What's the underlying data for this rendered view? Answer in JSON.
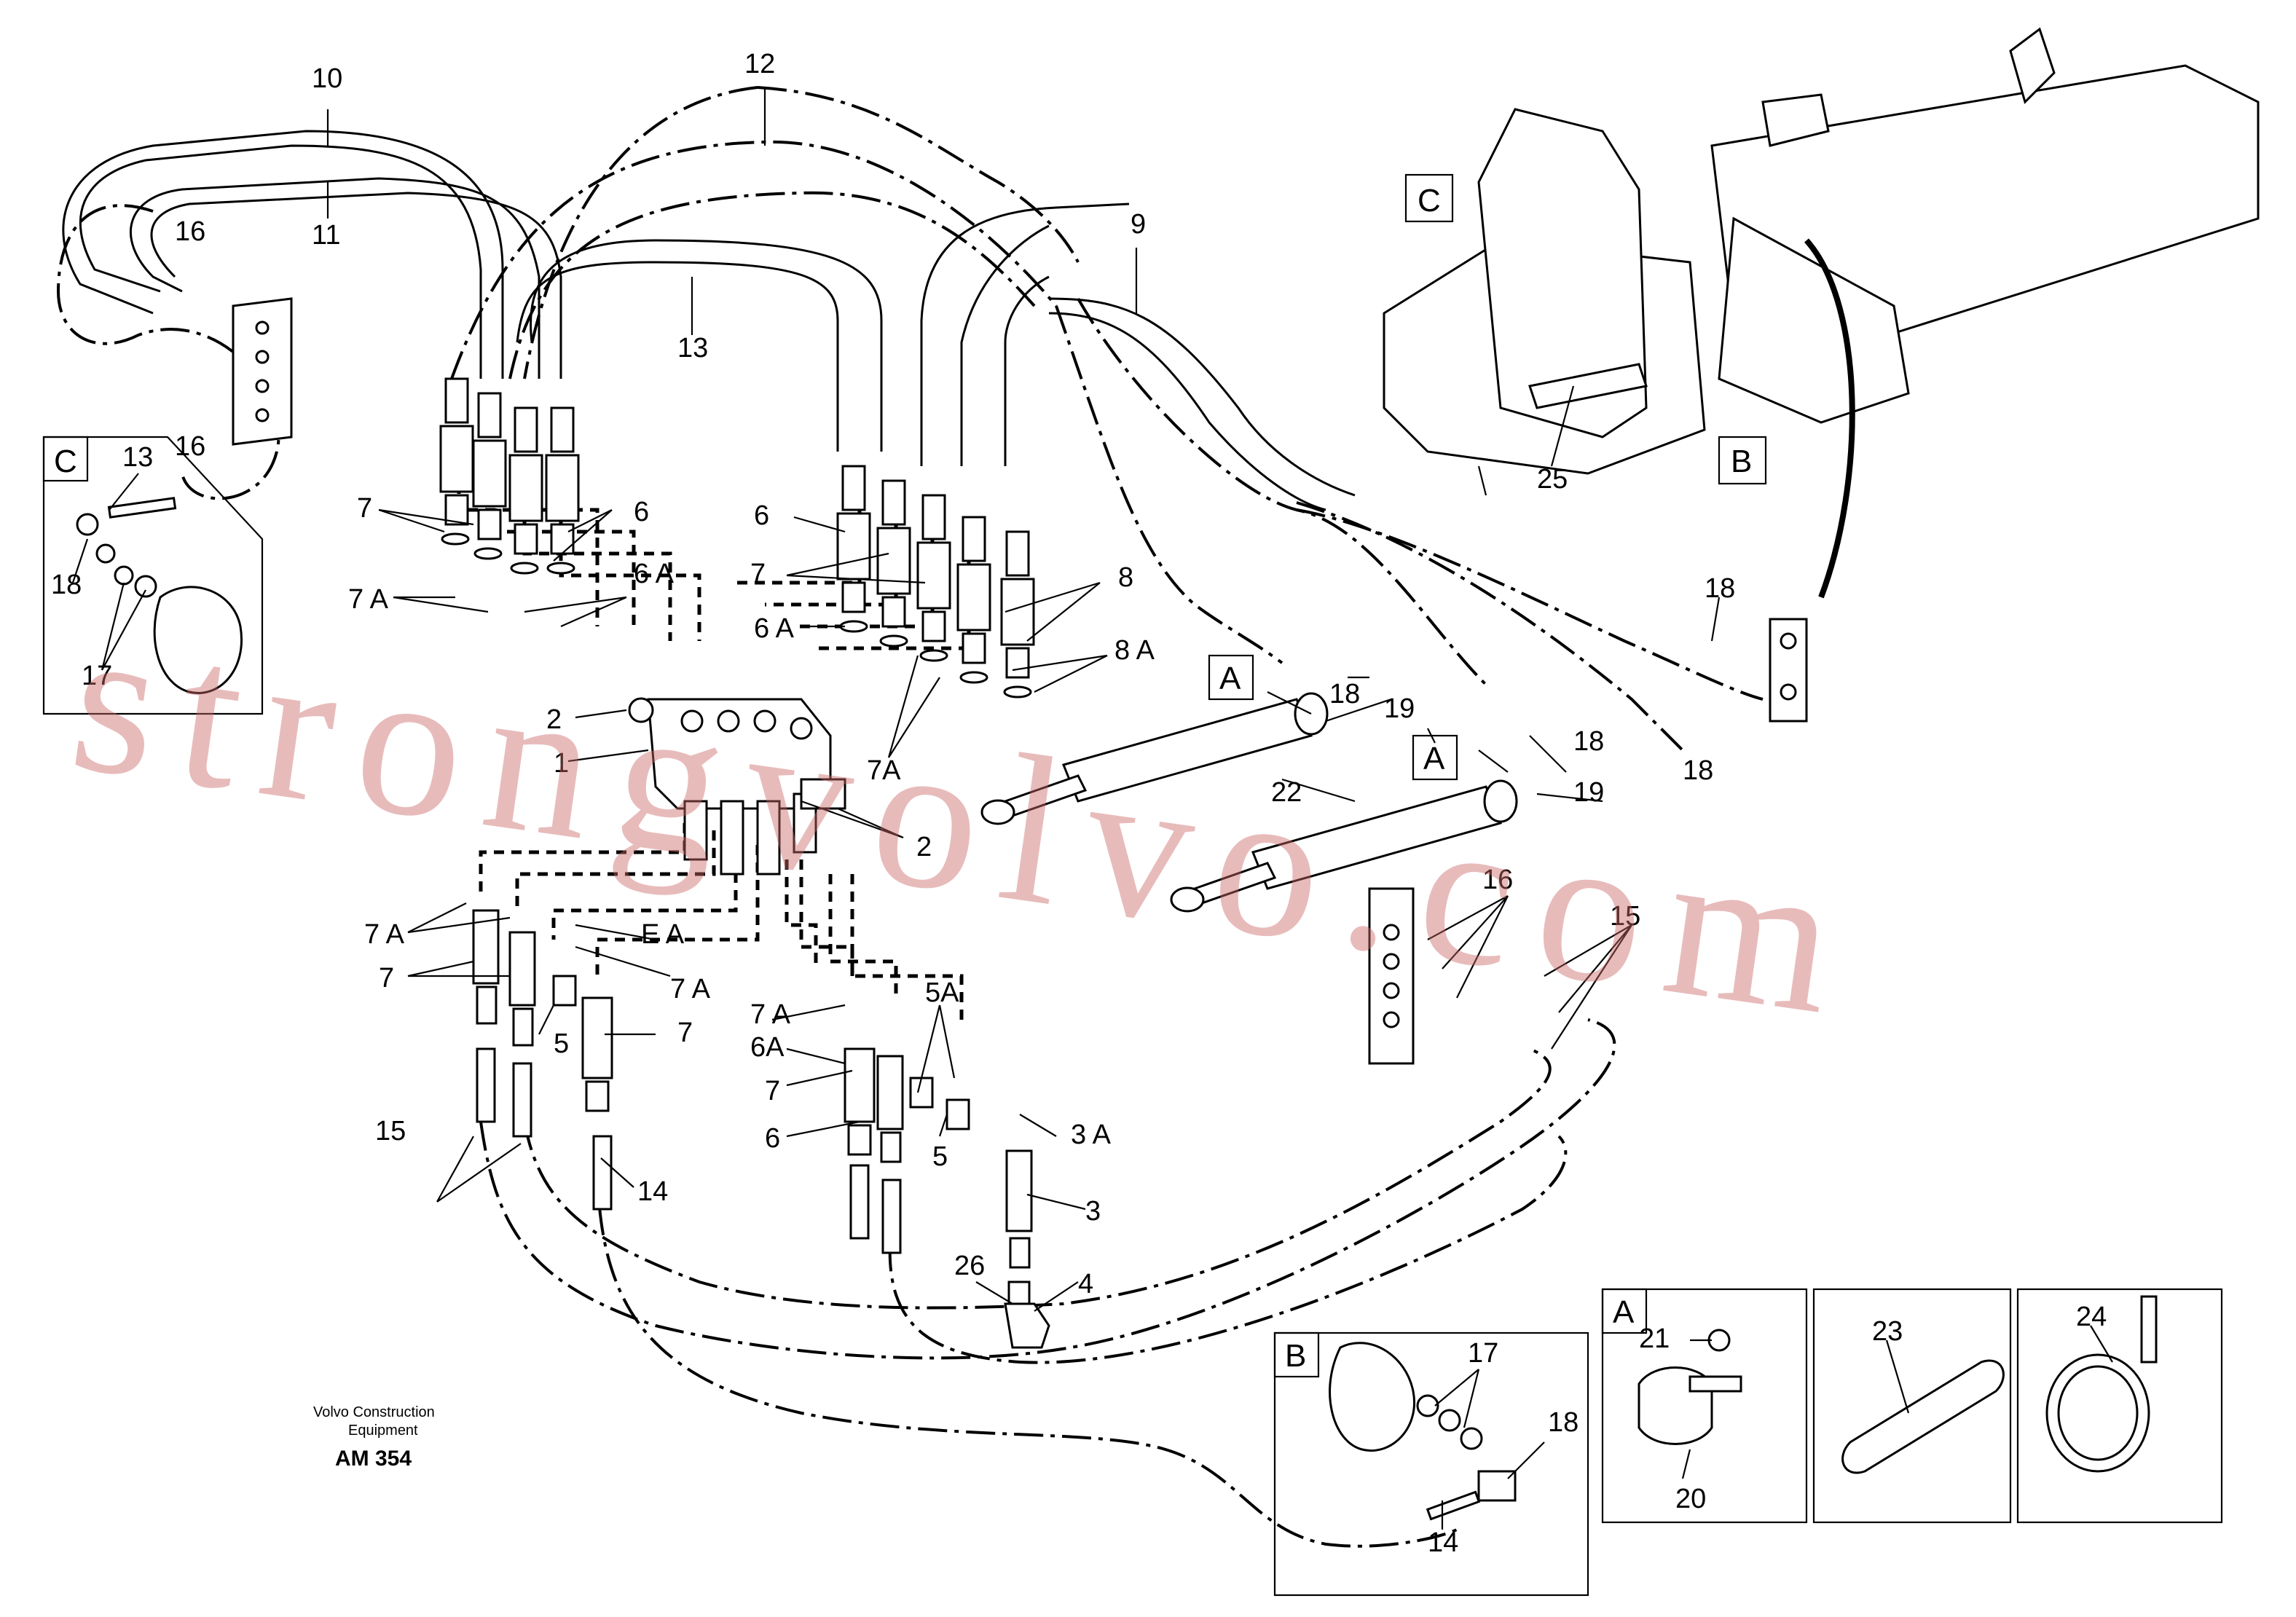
{
  "labels": {
    "l1": "1",
    "l2a": "2",
    "l2b": "2",
    "l3": "3",
    "l3a": "3 A",
    "l4": "4",
    "l5a": "5",
    "l5b": "5",
    "l5A": "5A",
    "l6a": "6",
    "l6b": "6",
    "l6c": "6",
    "l6Aa": "6 A",
    "l6Ab": "6 A",
    "l6Ac": "6A",
    "l7a": "7",
    "l7b": "7",
    "l7c": "7",
    "l7d": "7",
    "l7e": "7",
    "l7Aa": "7 A",
    "l7Ab": "7A",
    "l7Ac": "7 A",
    "l7Ad": "7 A",
    "l7Ae": "7 A",
    "l7Af": "E A",
    "l8": "8",
    "l8A": "8 A",
    "l9": "9",
    "l10": "10",
    "l11": "11",
    "l12": "12",
    "l13a": "13",
    "l13b": "13",
    "l14a": "14",
    "l14b": "14",
    "l15a": "15",
    "l15b": "15",
    "l16a": "16",
    "l16b": "16",
    "l16c": "16",
    "l17a": "17",
    "l17b": "17",
    "l18a": "18",
    "l18b": "18",
    "l18c": "18",
    "l18d": "18",
    "l18e": "18",
    "l18f": "18",
    "l19a": "19",
    "l19b": "19",
    "l20": "20",
    "l21": "21",
    "l22": "22",
    "l23": "23",
    "l24": "24",
    "l25": "25",
    "l26": "26"
  },
  "frames": {
    "detail_c_top": "C",
    "detail_c_inset": "C",
    "detail_b_top": "B",
    "detail_b_inset": "B",
    "detail_a_1": "A",
    "detail_a_2": "A",
    "detail_a_inset": "A"
  },
  "footer": {
    "company_line1": "Volvo Construction",
    "company_line2": "Equipment",
    "drawing_code": "AM 354"
  },
  "watermark": "strongvolvo.com"
}
